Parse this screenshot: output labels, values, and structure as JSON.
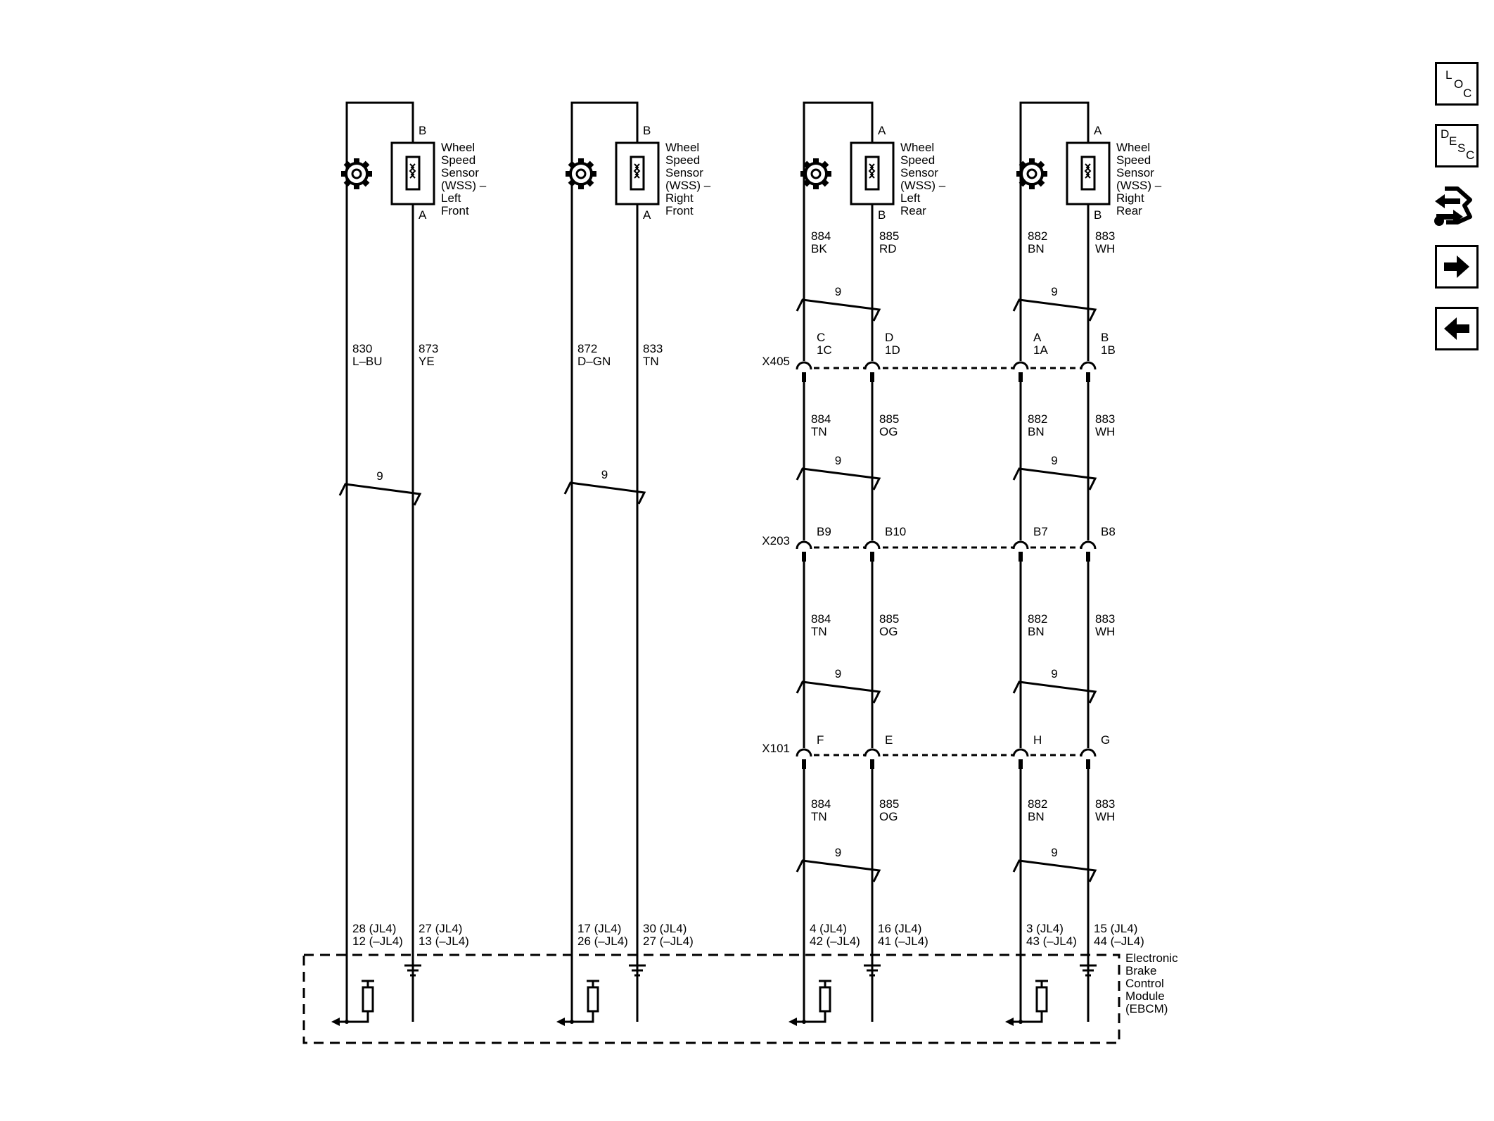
{
  "sensors": [
    {
      "name_lines": [
        "Wheel",
        "Speed",
        "Sensor",
        "(WSS) –",
        "Left",
        "Front"
      ],
      "pin_top": "B",
      "pin_bottom": "A"
    },
    {
      "name_lines": [
        "Wheel",
        "Speed",
        "Sensor",
        "(WSS) –",
        "Right",
        "Front"
      ],
      "pin_top": "B",
      "pin_bottom": "A"
    },
    {
      "name_lines": [
        "Wheel",
        "Speed",
        "Sensor",
        "(WSS) –",
        "Left",
        "Rear"
      ],
      "pin_top": "A",
      "pin_bottom": "B"
    },
    {
      "name_lines": [
        "Wheel",
        "Speed",
        "Sensor",
        "(WSS) –",
        "Right",
        "Rear"
      ],
      "pin_top": "A",
      "pin_bottom": "B"
    }
  ],
  "front_wires": [
    {
      "l": [
        "830",
        "L–BU"
      ],
      "r": [
        "873",
        "YE"
      ]
    },
    {
      "l": [
        "872",
        "D–GN"
      ],
      "r": [
        "833",
        "TN"
      ]
    }
  ],
  "rear_wires": {
    "upper": [
      [
        "884",
        "BK"
      ],
      [
        "885",
        "RD"
      ],
      [
        "882",
        "BN"
      ],
      [
        "883",
        "WH"
      ]
    ],
    "seg1": [
      [
        "884",
        "TN"
      ],
      [
        "885",
        "OG"
      ],
      [
        "882",
        "BN"
      ],
      [
        "883",
        "WH"
      ]
    ],
    "seg2": [
      [
        "884",
        "TN"
      ],
      [
        "885",
        "OG"
      ],
      [
        "882",
        "BN"
      ],
      [
        "883",
        "WH"
      ]
    ],
    "seg3": [
      [
        "884",
        "TN"
      ],
      [
        "885",
        "OG"
      ],
      [
        "882",
        "BN"
      ],
      [
        "883",
        "WH"
      ]
    ]
  },
  "twist_label": "9",
  "connectors": {
    "x405": {
      "name": "X405",
      "pins": [
        [
          "C",
          "1C"
        ],
        [
          "D",
          "1D"
        ],
        [
          "A",
          "1A"
        ],
        [
          "B",
          "1B"
        ]
      ]
    },
    "x203": {
      "name": "X203",
      "pins": [
        "B9",
        "B10",
        "B7",
        "B8"
      ]
    },
    "x101": {
      "name": "X101",
      "pins": [
        "F",
        "E",
        "H",
        "G"
      ]
    }
  },
  "ebcm_pins": [
    [
      "28 (JL4)",
      "12 (–JL4)"
    ],
    [
      "27 (JL4)",
      "13 (–JL4)"
    ],
    [
      "17 (JL4)",
      "26 (–JL4)"
    ],
    [
      "30 (JL4)",
      "27 (–JL4)"
    ],
    [
      "4 (JL4)",
      "42 (–JL4)"
    ],
    [
      "16 (JL4)",
      "41 (–JL4)"
    ],
    [
      "3 (JL4)",
      "43 (–JL4)"
    ],
    [
      "15 (JL4)",
      "44 (–JL4)"
    ]
  ],
  "module_label_lines": [
    "Electronic",
    "Brake",
    "Control",
    "Module",
    "(EBCM)"
  ],
  "nav": {
    "loc": [
      "L",
      "O",
      "C"
    ],
    "desc": [
      "D",
      "E",
      "S",
      "C"
    ],
    "arrow_colors": "#000000"
  }
}
